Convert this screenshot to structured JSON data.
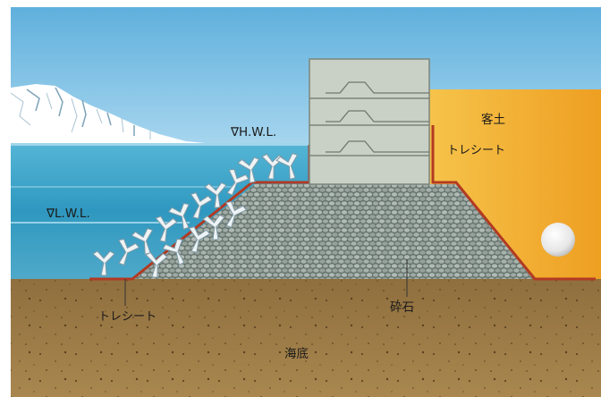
{
  "labels": {
    "hwl": "∇H.W.L.",
    "lwl": "∇L.W.L.",
    "backfill": "客土",
    "sheet_right": "トレシート",
    "sheet_left": "トレシート",
    "crushed_stone": "砕石",
    "seabed": "海底"
  },
  "colors": {
    "sky": "#62b3df",
    "sea": "#3aa1c6",
    "seabed": "#9a7a46",
    "backfill": "#f2ad2c",
    "mound": "#7d8c86",
    "sheet": "#b23a22",
    "caisson": "#c9d0c5",
    "armor": "#e8eef0"
  }
}
